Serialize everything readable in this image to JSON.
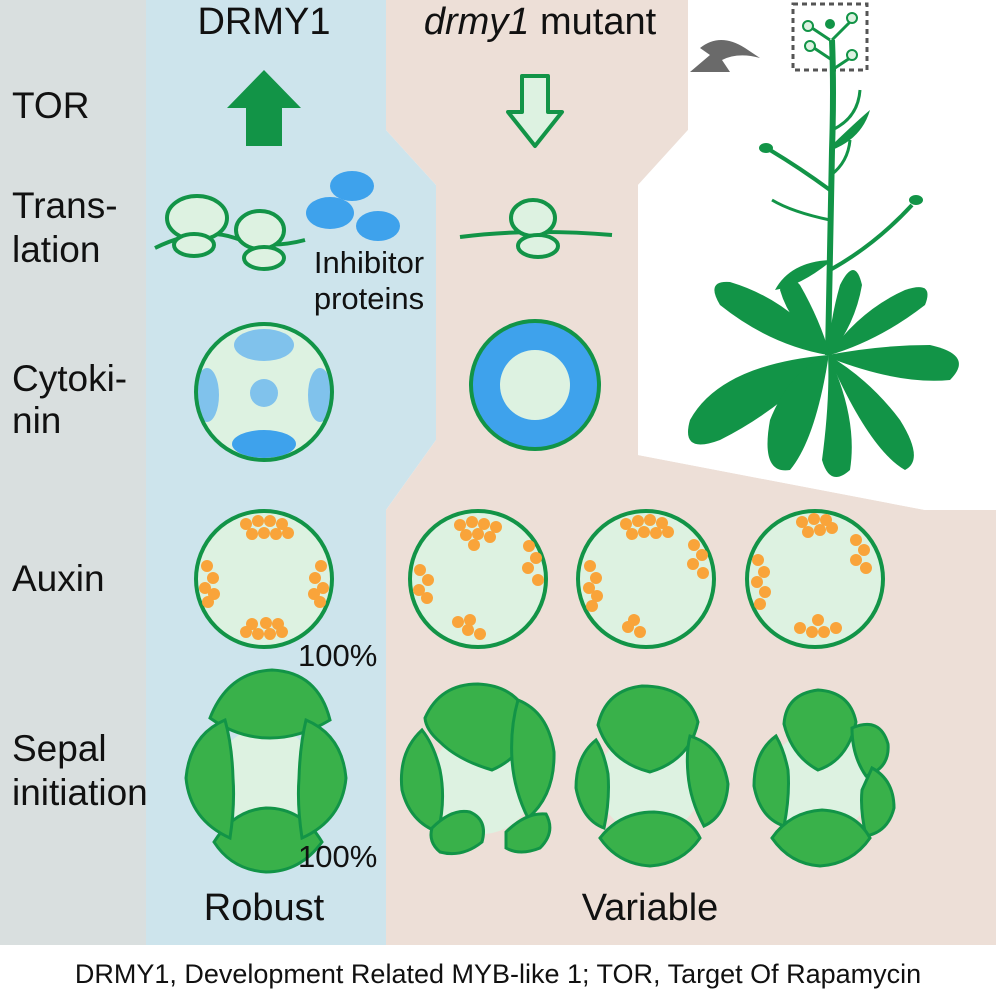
{
  "columns": {
    "wildtype": "DRMY1",
    "mutant_italic": "drmy1",
    "mutant_rest": " mutant"
  },
  "rows": {
    "tor": "TOR",
    "translation": [
      "Trans-",
      "lation"
    ],
    "cytokinin": [
      "Cytoki-",
      "nin"
    ],
    "auxin": "Auxin",
    "sepal": [
      "Sepal",
      "initiation"
    ]
  },
  "inhibitor_label": [
    "Inhibitor",
    "proteins"
  ],
  "percentages": {
    "auxin_wildtype": "100%",
    "sepal_wildtype": "100%"
  },
  "outcomes": {
    "wildtype": "Robust",
    "mutant": "Variable"
  },
  "caption": "DRMY1, Development Related MYB-like 1; TOR, Target Of Rapamycin",
  "colors": {
    "label_band": "#d9dfdf",
    "wildtype_band": "#cde4ec",
    "mutant_band": "#eddfd7",
    "dark_green": "#129447",
    "pale_green": "#ddf2e1",
    "sepal_green": "#39b14a",
    "blue": "#3ea2ec",
    "light_blue": "#80c2ec",
    "orange": "#f9a43a",
    "gray_arrow": "#6a6a6a"
  }
}
